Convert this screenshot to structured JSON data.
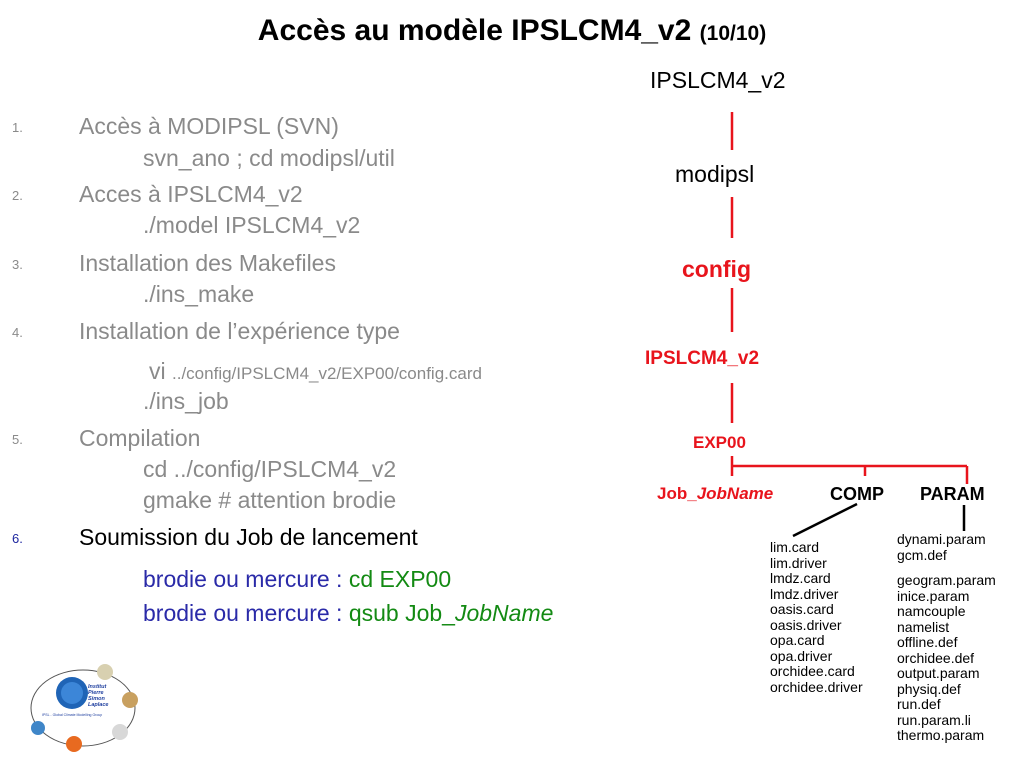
{
  "title": {
    "main": "Accès au modèle IPSLCM4_v2",
    "page": "(10/10)"
  },
  "steps": [
    {
      "num": "1.",
      "heading": "Accès à MODIPSL  (SVN)",
      "commands": [
        "svn_ano ; cd modipsl/util"
      ]
    },
    {
      "num": "2.",
      "heading": "Acces à IPSLCM4_v2",
      "commands": [
        "./model IPSLCM4_v2"
      ]
    },
    {
      "num": "3.",
      "heading": "Installation des Makefiles",
      "commands": [
        "./ins_make"
      ]
    },
    {
      "num": "4.",
      "heading": "Installation de l’expérience type",
      "vi_prefix": "vi",
      "vi_path": "../config/IPSLCM4_v2/EXP00/config.card",
      "commands": [
        "./ins_job"
      ]
    },
    {
      "num": "5.",
      "heading": "Compilation",
      "commands": [
        "cd ../config/IPSLCM4_v2",
        "gmake # attention brodie"
      ]
    },
    {
      "num": "6.",
      "heading": "Soumission du Job de lancement",
      "submit": [
        {
          "host": "brodie ou mercure : ",
          "cmd": "cd EXP00",
          "italic": ""
        },
        {
          "host": "brodie ou mercure : ",
          "cmd": "qsub Job_",
          "italic": "JobName"
        }
      ]
    }
  ],
  "tree": {
    "root": "IPSLCM4_v2",
    "modipsl": "modipsl",
    "config": "config",
    "ipslcm": "IPSLCM4_v2",
    "exp": "EXP00",
    "job_prefix": "Job_",
    "job_italic": "JobName",
    "comp": "COMP",
    "param": "PARAM",
    "comp_files": [
      "lim.card",
      "lim.driver",
      "lmdz.card",
      "lmdz.driver",
      "oasis.card",
      "oasis.driver",
      "opa.card",
      "opa.driver",
      "orchidee.card",
      "orchidee.driver"
    ],
    "param_files": [
      "dynami.param",
      "gcm.def",
      "geogram.param",
      "inice.param",
      "namcouple",
      "namelist",
      "offline.def",
      "orchidee.def",
      "output.param",
      "physiq.def",
      "run.def",
      "run.param.li",
      "thermo.param"
    ],
    "line_color": "#e8141c"
  },
  "logo": {
    "line1": "Institut",
    "line2": "Pierre",
    "line3": "Simon",
    "line4": "Laplace",
    "caption": "IPSL - Global Climate Modelling Group"
  }
}
